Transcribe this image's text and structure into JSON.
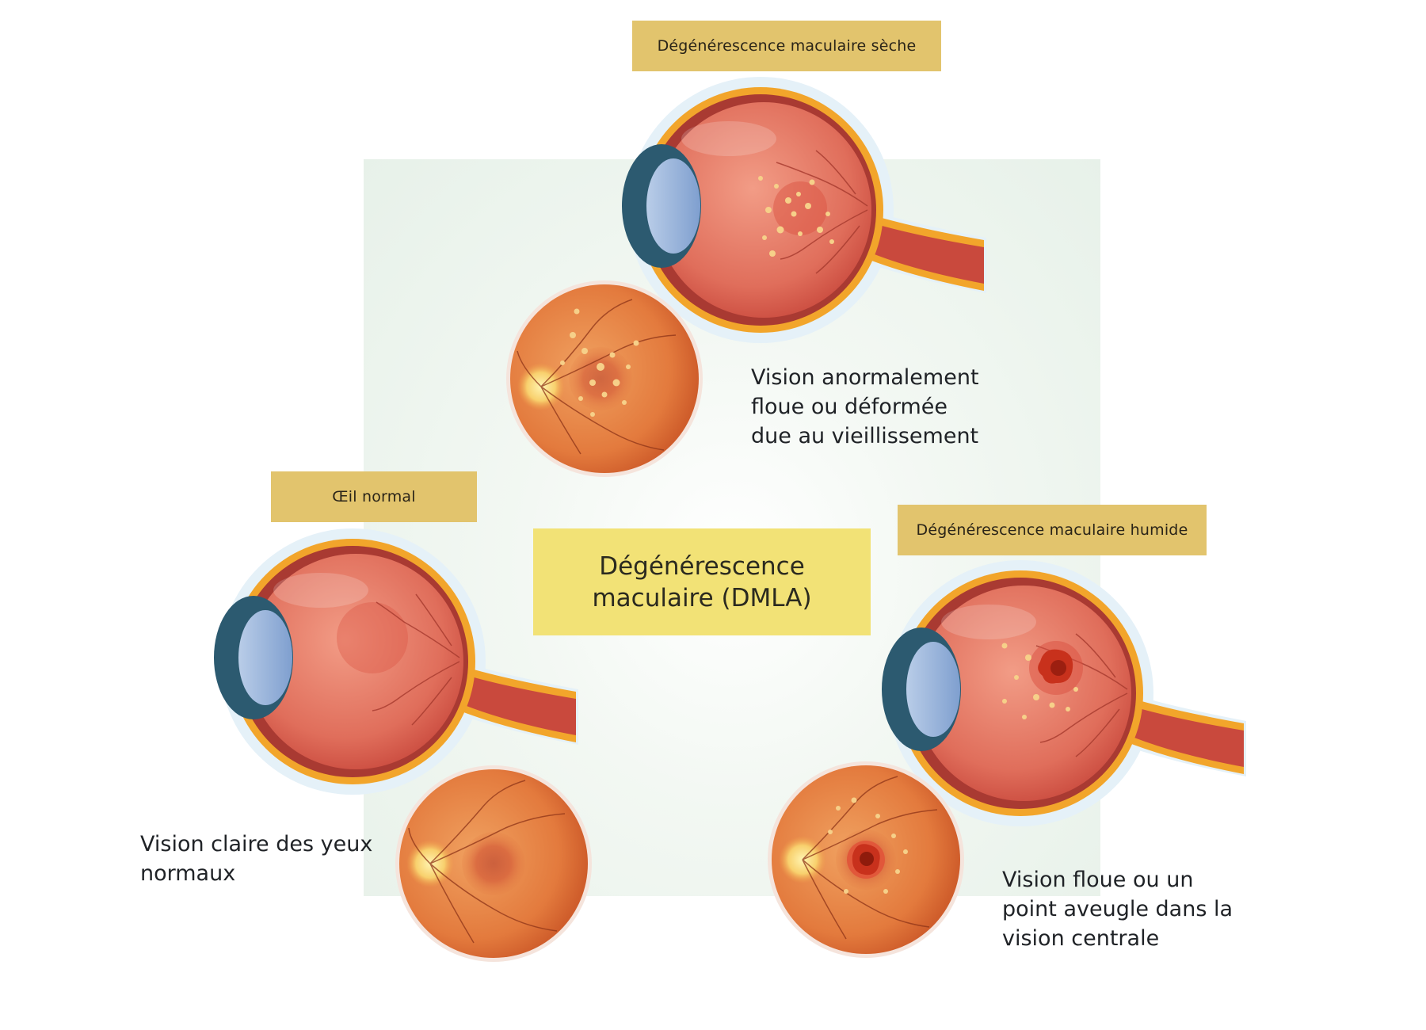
{
  "center_title": "Dégénérescence\nmaculaire (DMLA)",
  "labels": {
    "dry": "Dégénérescence maculaire sèche",
    "normal": "Œil normal",
    "wet": "Dégénérescence maculaire humide"
  },
  "captions": {
    "dry": "Vision anormalement\nfloue ou déformée\ndue au vieillissement",
    "normal": "Vision claire des yeux\nnormaux",
    "wet": "Vision floue ou un\npoint aveugle dans la\nvision centrale"
  },
  "colors": {
    "tag": "#e2c46d",
    "title_box": "#f2e276",
    "backdrop": "#e7f1e9",
    "sclera_outer": "#f2a52b",
    "eye_interior": "#d9614f",
    "fundus": "#e07a3c",
    "drusen": "#f6d089",
    "hemorrhage": "#c8311c"
  }
}
